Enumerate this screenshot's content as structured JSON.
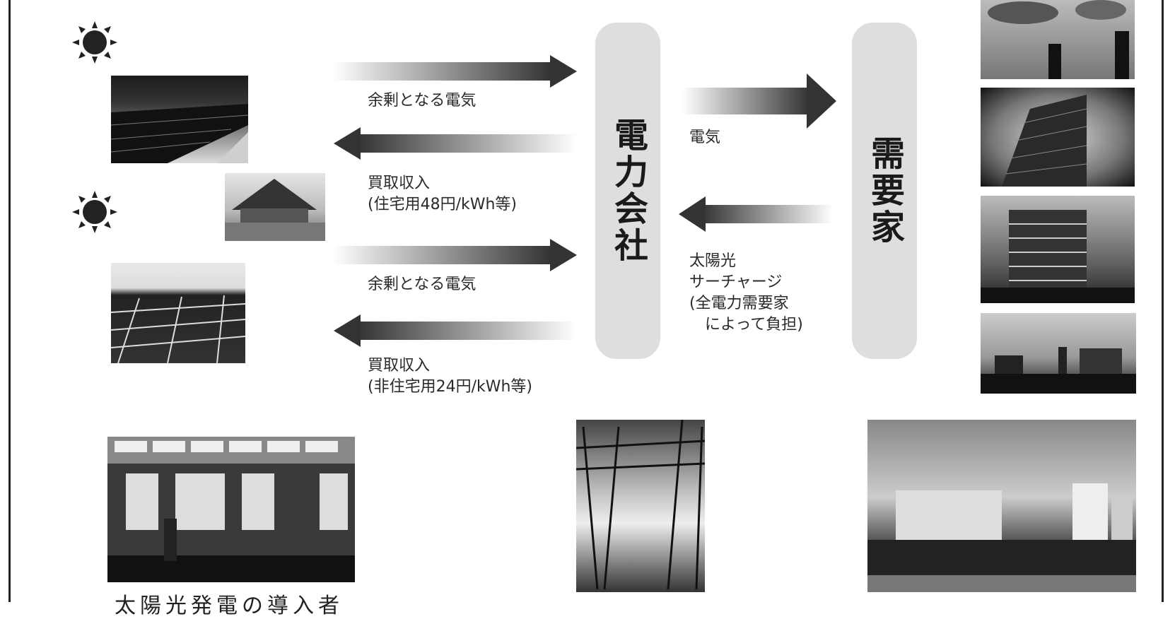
{
  "labels": {
    "surplus_top": "余剰となる電気",
    "buyback_home": "買取収入\n(住宅用48円/kWh等)",
    "surplus_bottom": "余剰となる電気",
    "buyback_nonres": "買取収入\n(非住宅用24円/kWh等)",
    "electricity": "電気",
    "surcharge": "太陽光\nサーチャージ\n(全電力需要家\n　によって負担)"
  },
  "nodes": {
    "utility": "電力会社",
    "consumers": "需要家"
  },
  "caption": "太陽光発電の導入者",
  "icons": {
    "sun_top": "sun-icon",
    "sun_bottom": "sun-icon"
  },
  "colors": {
    "arrow_dark": "#333333",
    "pill": "#dedede"
  }
}
